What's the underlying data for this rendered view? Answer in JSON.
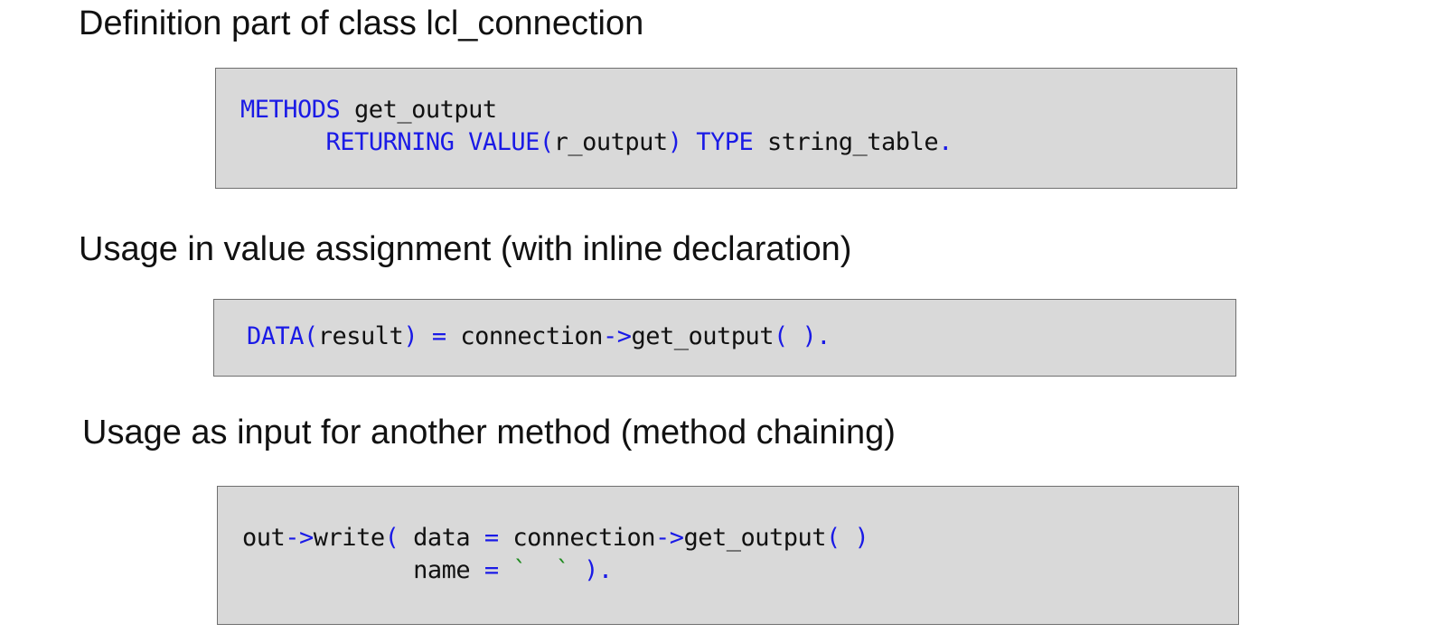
{
  "sections": [
    {
      "heading": "Definition part of class lcl_connection",
      "lines": [
        [
          "METHODS",
          " get_output"
        ],
        [
          "      ",
          "RETURNING VALUE(",
          "r_output",
          ")",
          " ",
          "TYPE",
          " string_table",
          "."
        ]
      ]
    },
    {
      "heading": "Usage in value assignment (with inline declaration)",
      "lines": [
        [
          "DATA(",
          "result",
          ")",
          " ",
          "=",
          " connection",
          "->",
          "get_output",
          "( ).",
          ""
        ]
      ]
    },
    {
      "heading": "Usage as input for another method (method chaining)",
      "lines": [
        [
          "out",
          "->",
          "write",
          "(",
          " data ",
          "=",
          " connection",
          "->",
          "get_output",
          "( )"
        ],
        [
          "            name ",
          "=",
          " ",
          "`  `",
          " ",
          ")."
        ]
      ]
    }
  ],
  "colors": {
    "keyword": "#1a1ae6",
    "string": "#1e8a1e",
    "code_background": "#d9d9d9"
  }
}
